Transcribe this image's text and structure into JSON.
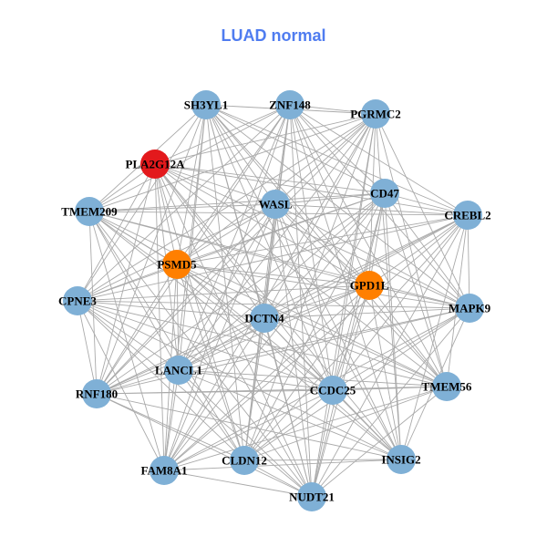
{
  "title": "LUAD normal",
  "colors": {
    "default": "#7fb0d6",
    "highlight_red": "#e3191c",
    "highlight_orange": "#ff7f00",
    "edge": "#aaaaaa",
    "title": "#4f7cf0"
  },
  "nodes": [
    {
      "id": "SH3YL1",
      "color": "default"
    },
    {
      "id": "ZNF148",
      "color": "default"
    },
    {
      "id": "PGRMC2",
      "color": "default"
    },
    {
      "id": "PLA2G12A",
      "color": "highlight_red"
    },
    {
      "id": "CD47",
      "color": "default"
    },
    {
      "id": "WASL",
      "color": "default"
    },
    {
      "id": "TMEM209",
      "color": "default"
    },
    {
      "id": "CREBL2",
      "color": "default"
    },
    {
      "id": "PSMD5",
      "color": "highlight_orange"
    },
    {
      "id": "GPD1L",
      "color": "highlight_orange"
    },
    {
      "id": "CPNE3",
      "color": "default"
    },
    {
      "id": "MAPK9",
      "color": "default"
    },
    {
      "id": "DCTN4",
      "color": "default"
    },
    {
      "id": "LANCL1",
      "color": "default"
    },
    {
      "id": "RNF180",
      "color": "default"
    },
    {
      "id": "CCDC25",
      "color": "default"
    },
    {
      "id": "TMEM56",
      "color": "default"
    },
    {
      "id": "FAM8A1",
      "color": "default"
    },
    {
      "id": "CLDN12",
      "color": "default"
    },
    {
      "id": "INSIG2",
      "color": "default"
    },
    {
      "id": "NUDT21",
      "color": "default"
    }
  ],
  "missing_edges": [
    [
      "SH3YL1",
      "ZNF148"
    ],
    [
      "PGRMC2",
      "CREBL2"
    ],
    [
      "CPNE3",
      "TMEM209"
    ],
    [
      "MAPK9",
      "TMEM56"
    ],
    [
      "FAM8A1",
      "RNF180"
    ],
    [
      "INSIG2",
      "NUDT21"
    ],
    [
      "SH3YL1",
      "PLA2G12A"
    ],
    [
      "CLDN12",
      "FAM8A1"
    ],
    [
      "TMEM56",
      "INSIG2"
    ],
    [
      "CD47",
      "PGRMC2"
    ]
  ]
}
